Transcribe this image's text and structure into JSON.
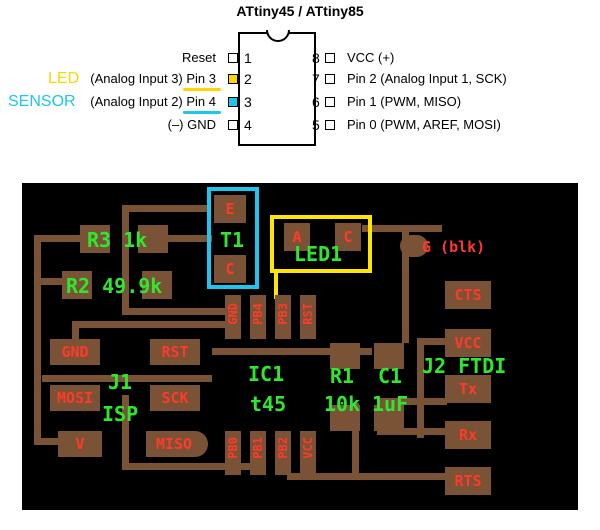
{
  "pinout": {
    "title": "ATtiny45 / ATtiny85",
    "left_pins": [
      {
        "label": "Reset",
        "number": "1",
        "highlight": ""
      },
      {
        "label": "(Analog Input 3) Pin 3",
        "number": "2",
        "highlight": "yellow"
      },
      {
        "label": "(Analog Input 2) Pin 4",
        "number": "3",
        "highlight": "cyan"
      },
      {
        "label": "(–) GND",
        "number": "4",
        "highlight": ""
      }
    ],
    "right_pins": [
      {
        "label": "VCC (+)",
        "number": "8"
      },
      {
        "label": "Pin 2 (Analog Input 1, SCK)",
        "number": "7"
      },
      {
        "label": "Pin 1 (PWM, MISO)",
        "number": "6"
      },
      {
        "label": "Pin 0 (PWM, AREF, MOSI)",
        "number": "5"
      }
    ],
    "callouts": {
      "led": "LED",
      "sensor": "SENSOR",
      "led_color": "#ffd400",
      "sensor_color": "#1cc6ee"
    }
  },
  "board": {
    "component_labels": {
      "r3": "R3 1k",
      "t1": "T1",
      "led1": "LED1",
      "r2": "R2 49.9k",
      "j1_line1": "J1",
      "j1_line2": "ISP",
      "ic1_line1": "IC1",
      "ic1_line2": "t45",
      "r1_line1": "R1",
      "r1_line2": "10k",
      "c1_line1": "C1",
      "c1_line2": "1uF",
      "j2": "J2 FTDI"
    },
    "pad_labels": {
      "t1_e": "E",
      "t1_c": "C",
      "led_a": "A",
      "led_c": "C",
      "gblk": "G (blk)",
      "cts": "CTS",
      "vcc_ftdi": "VCC",
      "tx": "Tx",
      "rx": "Rx",
      "rts": "RTS",
      "gnd": "GND",
      "rst": "RST",
      "mosi": "MOSI",
      "sck": "SCK",
      "miso": "MISO",
      "v": "V"
    },
    "ic_pins_top": [
      "GND",
      "PB4",
      "PB3",
      "RST"
    ],
    "ic_pins_bottom": [
      "PB0",
      "PB1",
      "PB2",
      "VCC"
    ],
    "colors": {
      "background": "#000000",
      "copper": "#7a5236",
      "pad_text": "#ff3a2a",
      "component_text": "#2ee82e",
      "highlight_cyan": "#1cc6ee",
      "highlight_yellow": "#ffe600"
    }
  }
}
